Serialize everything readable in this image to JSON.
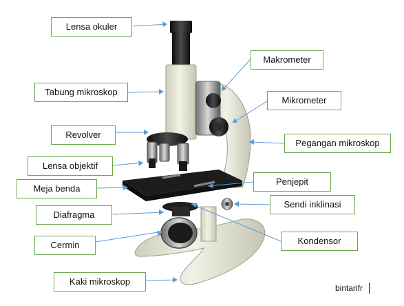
{
  "labels": {
    "lensa_okuler": "Lensa okuler",
    "tabung_mikroskop": "Tabung mikroskop",
    "revolver": "Revolver",
    "lensa_objektif": "Lensa objektif",
    "meja_benda": "Meja benda",
    "diafragma": "Diafragma",
    "cermin": "Cermin",
    "kaki_mikroskop": "Kaki mikroskop",
    "makrometer": "Makrometer",
    "mikrometer": "Mikrometer",
    "pegangan_mikroskop": "Pegangan mikroskop",
    "penjepit": "Penjepit",
    "sendi_inklinasi": "Sendi inklinasi",
    "kondensor": "Kondensor"
  },
  "credit": "bintarifr",
  "colors": {
    "label_border": "#6aa84f",
    "leader_line": "#5b9bd5",
    "body_cream": "#e4e4d6",
    "stage_black": "#1c1c1c"
  }
}
